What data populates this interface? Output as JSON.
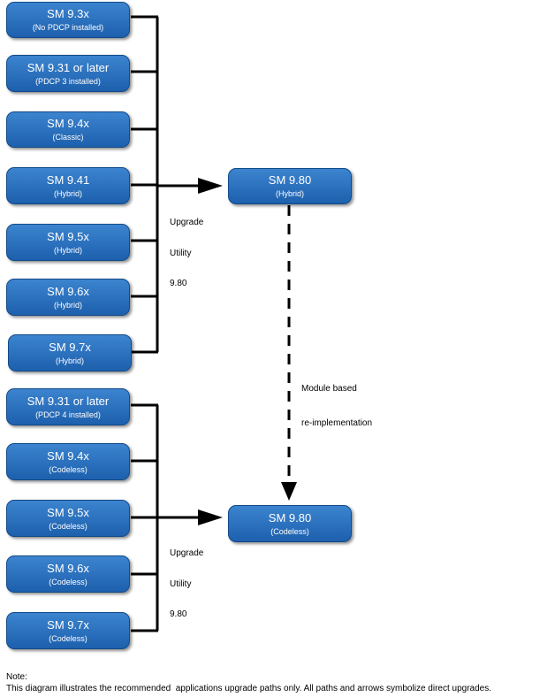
{
  "left_top": [
    {
      "title": "SM 9.3x",
      "sub": "(No PDCP installed)"
    },
    {
      "title": "SM 9.31 or later",
      "sub": "(PDCP 3 installed)"
    },
    {
      "title": "SM 9.4x",
      "sub": "(Classic)"
    },
    {
      "title": "SM 9.41",
      "sub": "(Hybrid)"
    },
    {
      "title": "SM 9.5x",
      "sub": "(Hybrid)"
    },
    {
      "title": "SM 9.6x",
      "sub": "(Hybrid)"
    },
    {
      "title": "SM 9.7x",
      "sub": "(Hybrid)"
    }
  ],
  "left_bottom": [
    {
      "title": "SM 9.31 or later",
      "sub": "(PDCP 4 installed)"
    },
    {
      "title": "SM 9.4x",
      "sub": "(Codeless)"
    },
    {
      "title": "SM 9.5x",
      "sub": "(Codeless)"
    },
    {
      "title": "SM 9.6x",
      "sub": "(Codeless)"
    },
    {
      "title": "SM 9.7x",
      "sub": "(Codeless)"
    }
  ],
  "target_hybrid": {
    "title": "SM 9.80",
    "sub": "(Hybrid)"
  },
  "target_codeless": {
    "title": "SM 9.80",
    "sub": "(Codeless)"
  },
  "upgrade_label_top": {
    "l1": "Upgrade",
    "l2": "Utility",
    "l3": "9.80"
  },
  "upgrade_label_bottom": {
    "l1": "Upgrade",
    "l2": "Utility",
    "l3": "9.80"
  },
  "module_label": {
    "l1": "Module based",
    "l2": "re-implementation"
  },
  "note": {
    "heading": "Note:",
    "text": "This diagram illustrates the recommended  applications upgrade paths only. All paths and arrows symbolize direct upgrades."
  }
}
